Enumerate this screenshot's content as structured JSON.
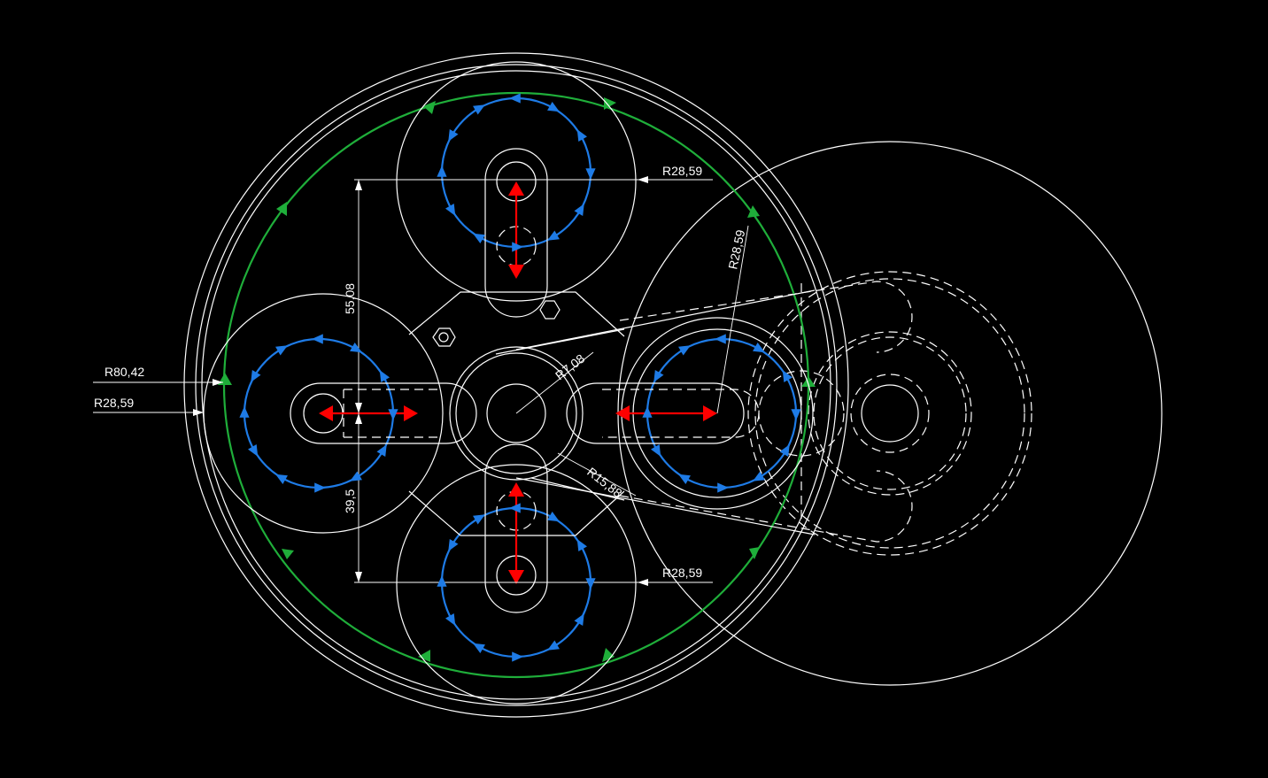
{
  "drawing": {
    "background_color": "#000000",
    "line_color": "#ffffff",
    "colors": {
      "outer_path": "#1fae3a",
      "gear_path": "#1e7be6",
      "motion_arrows": "#ff0000"
    },
    "dimensions": {
      "r_outer": "R80,42",
      "r_left": "R28,59",
      "r_top": "R28,59",
      "r_right_diag": "R28,59",
      "r_bottom": "R28,59",
      "r_hub": "R7,08",
      "r_center": "R15,88",
      "v_upper": "55,08",
      "v_lower": "39,5"
    }
  }
}
